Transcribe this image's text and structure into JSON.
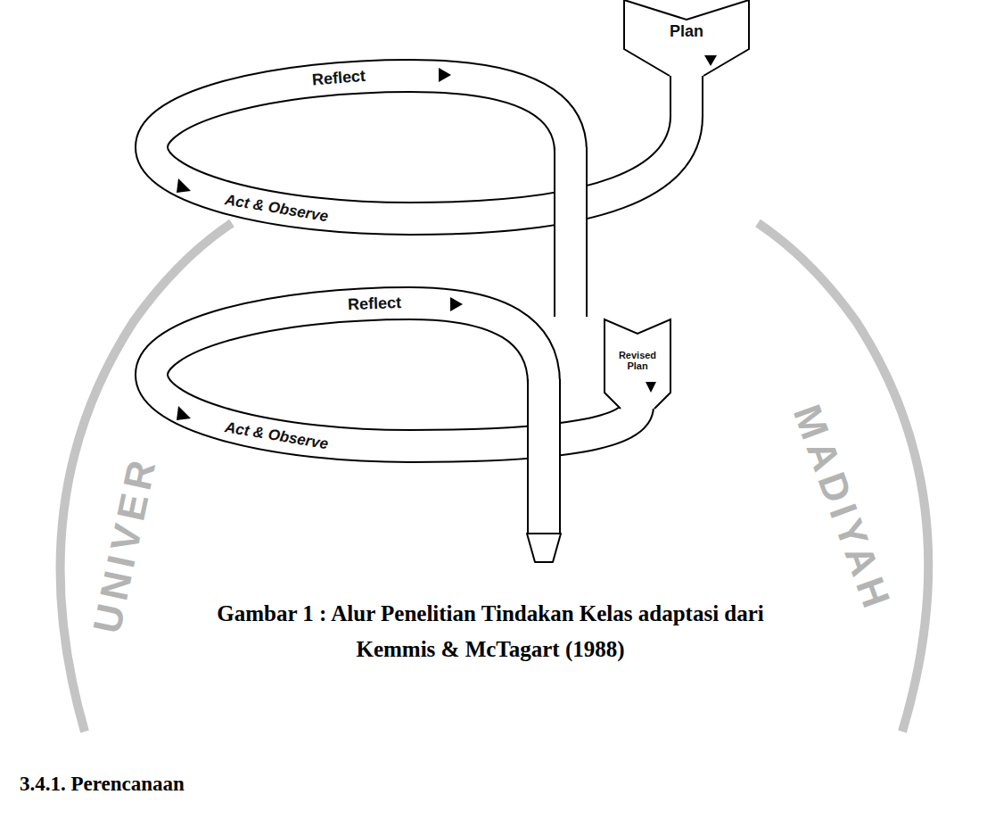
{
  "diagram": {
    "caption": "Gambar 1 : Alur Penelitian Tindakan Kelas adaptasi dari Kemmis & McTagart (1988)",
    "labels": [
      "Plan",
      "Reflect",
      "Act & Observe",
      "Reflect",
      "Revised Plan",
      "Act & Observe",
      "UNIVER",
      "MADIYAH",
      "3.4.1. Perencanaan"
    ]
  }
}
